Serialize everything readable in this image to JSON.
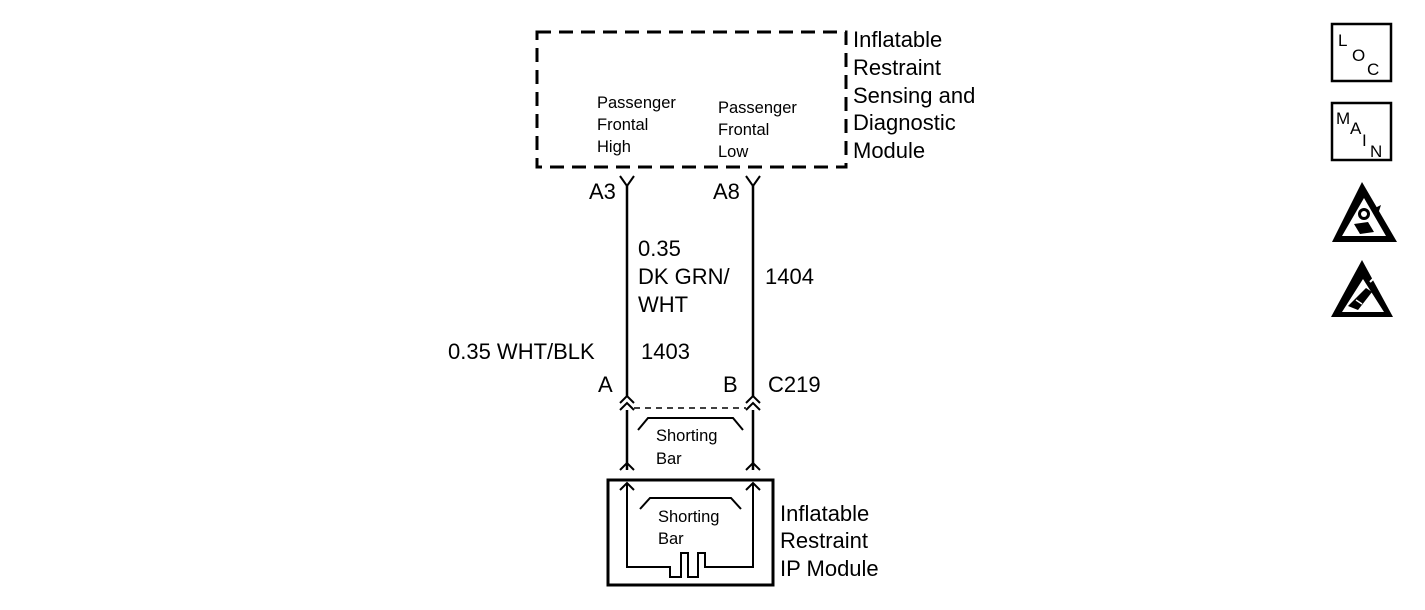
{
  "sdm_module": {
    "name_lines": [
      "Inflatable",
      "Restraint",
      "Sensing and",
      "Diagnostic",
      "Module"
    ],
    "circuit_high_lines": [
      "Passenger",
      "Frontal",
      "High"
    ],
    "circuit_low_lines": [
      "Passenger",
      "Frontal",
      "Low"
    ]
  },
  "pins": {
    "a3": "A3",
    "a8": "A8",
    "a": "A",
    "b": "B"
  },
  "wires": {
    "high": {
      "gauge_color": "0.35 WHT/BLK",
      "circuit": "1403"
    },
    "low": {
      "gauge_color_lines": [
        "0.35",
        "DK GRN/",
        "WHT"
      ],
      "circuit": "1404"
    }
  },
  "connector": {
    "name": "C219",
    "shorting_bar_lines": [
      "Shorting",
      "Bar"
    ]
  },
  "ip_module": {
    "name_lines": [
      "Inflatable",
      "Restraint",
      "IP Module"
    ],
    "shorting_bar_lines": [
      "Shorting",
      "Bar"
    ]
  },
  "nav_icons": {
    "loc": [
      "L",
      "O",
      "C"
    ],
    "main": [
      "M",
      "A",
      "I",
      "N"
    ]
  },
  "icon_names": [
    "loc-button-icon",
    "main-button-icon",
    "airbag-warning-icon",
    "esd-warning-icon"
  ]
}
